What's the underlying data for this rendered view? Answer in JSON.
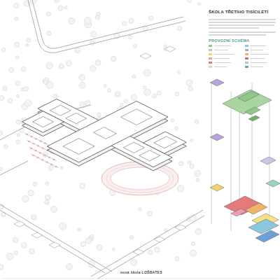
{
  "diagram": {
    "title": "ŠKOLA TŘETÍHO TISÍCILETÍ",
    "labels": [
      "PROVOZNÍ SCHÉMA",
      "nová škola LOŠBATES"
    ]
  }
}
